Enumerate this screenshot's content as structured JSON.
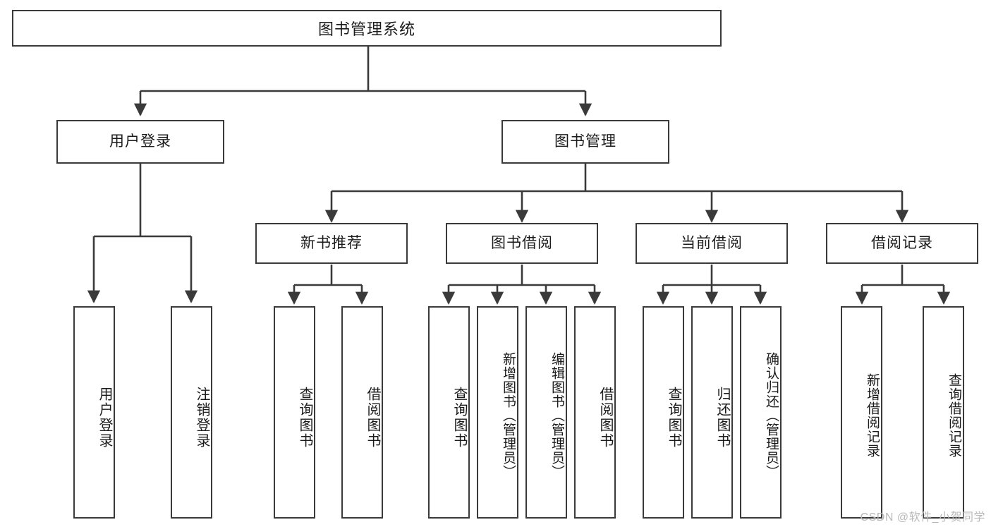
{
  "diagram": {
    "title": "图书管理系统",
    "type": "function-tree",
    "root": {
      "label": "图书管理系统"
    },
    "level2": [
      {
        "label": "用户登录"
      },
      {
        "label": "图书管理"
      }
    ],
    "level3": [
      {
        "label": "新书推荐"
      },
      {
        "label": "图书借阅"
      },
      {
        "label": "当前借阅"
      },
      {
        "label": "借阅记录"
      }
    ],
    "leaves": {
      "user_login": [
        {
          "label": "用户登录"
        },
        {
          "label": "注销登录"
        }
      ],
      "new_book": [
        {
          "label": "查询图书"
        },
        {
          "label": "借阅图书"
        }
      ],
      "borrow_book": [
        {
          "label": "查询图书"
        },
        {
          "label": "新增图书（管理员）"
        },
        {
          "label": "编辑图书（管理员）"
        },
        {
          "label": "借阅图书"
        }
      ],
      "current_borrow": [
        {
          "label": "查询图书"
        },
        {
          "label": "归还图书"
        },
        {
          "label": "确认归还（管理员）"
        }
      ],
      "borrow_record": [
        {
          "label": "新增借阅记录"
        },
        {
          "label": "查询借阅记录"
        }
      ]
    }
  },
  "watermark": {
    "text": "CSDN @软件_小贺同学"
  },
  "colors": {
    "stroke": "#3a3a3a",
    "background": "#ffffff",
    "text": "#1a1a1a",
    "watermark": "#b9b9b9"
  }
}
